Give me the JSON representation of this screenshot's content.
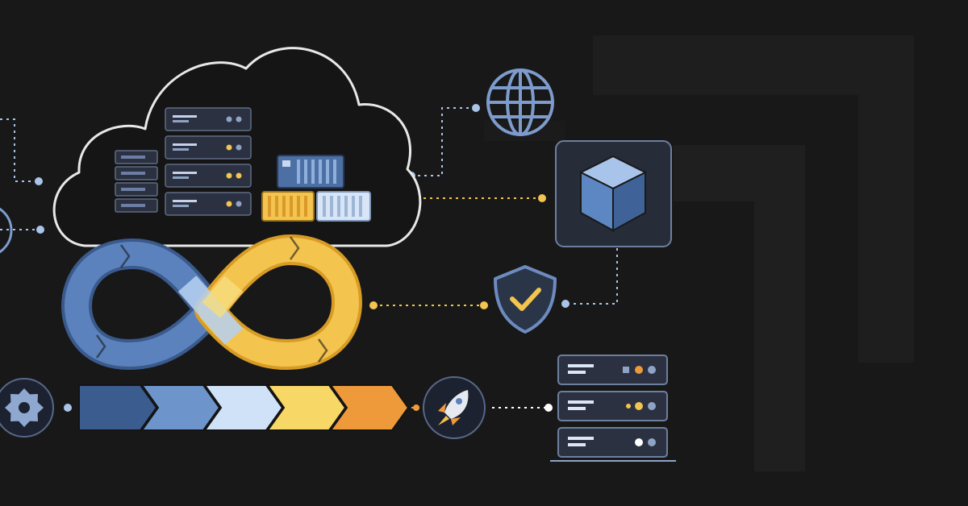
{
  "palette": {
    "background": "#181818",
    "frame_dark": "#1f1f1f",
    "frame_mid": "#262626",
    "outline": "#e8e8e8",
    "server_body": "#2b3140",
    "server_stroke": "#5f6c86",
    "blue_dark": "#3a5a8c",
    "blue_mid": "#5b82bd",
    "blue_light": "#b7d2f2",
    "yellow": "#f3c44e",
    "yellow_light": "#f7de7e",
    "orange": "#ef9a3a",
    "connector_blue": "#a9c4e8",
    "connector_yellow": "#f3c44e",
    "icon_stroke": "#7d9ccd",
    "white": "#ffffff"
  },
  "icons": {
    "cloud": "cloud-icon",
    "globe": "globe-icon",
    "cube": "cube-icon",
    "shield": "shield-check-icon",
    "gear": "gear-icon",
    "rocket": "rocket-icon",
    "infinity": "devops-infinity-loop",
    "server": "server-rack-icon",
    "container": "container-icon"
  },
  "pipeline": {
    "stages": [
      "stage-1",
      "stage-2",
      "stage-3",
      "stage-4",
      "stage-5"
    ],
    "stage_colors": [
      "#3b5c8e",
      "#6d95cc",
      "#cfe2f7",
      "#f7d766",
      "#ef9a3a"
    ]
  },
  "cloud_servers": {
    "rack_rows": 4,
    "side_rows": 4,
    "rack_dot_colors": [
      [
        "#8fa3c6",
        "#8fa3c6"
      ],
      [
        "#f3c44e",
        "#8fa3c6"
      ],
      [
        "#f3c44e",
        "#f3c44e"
      ],
      [
        "#f3c44e",
        "#8fa3c6"
      ]
    ]
  },
  "server_stack": {
    "rows": 3,
    "dot_colors": [
      [
        "#ef9a3a",
        "#8fa3c6"
      ],
      [
        "#f3c44e",
        "#8fa3c6"
      ],
      [
        "#ffffff",
        "#8fa3c6"
      ]
    ]
  }
}
